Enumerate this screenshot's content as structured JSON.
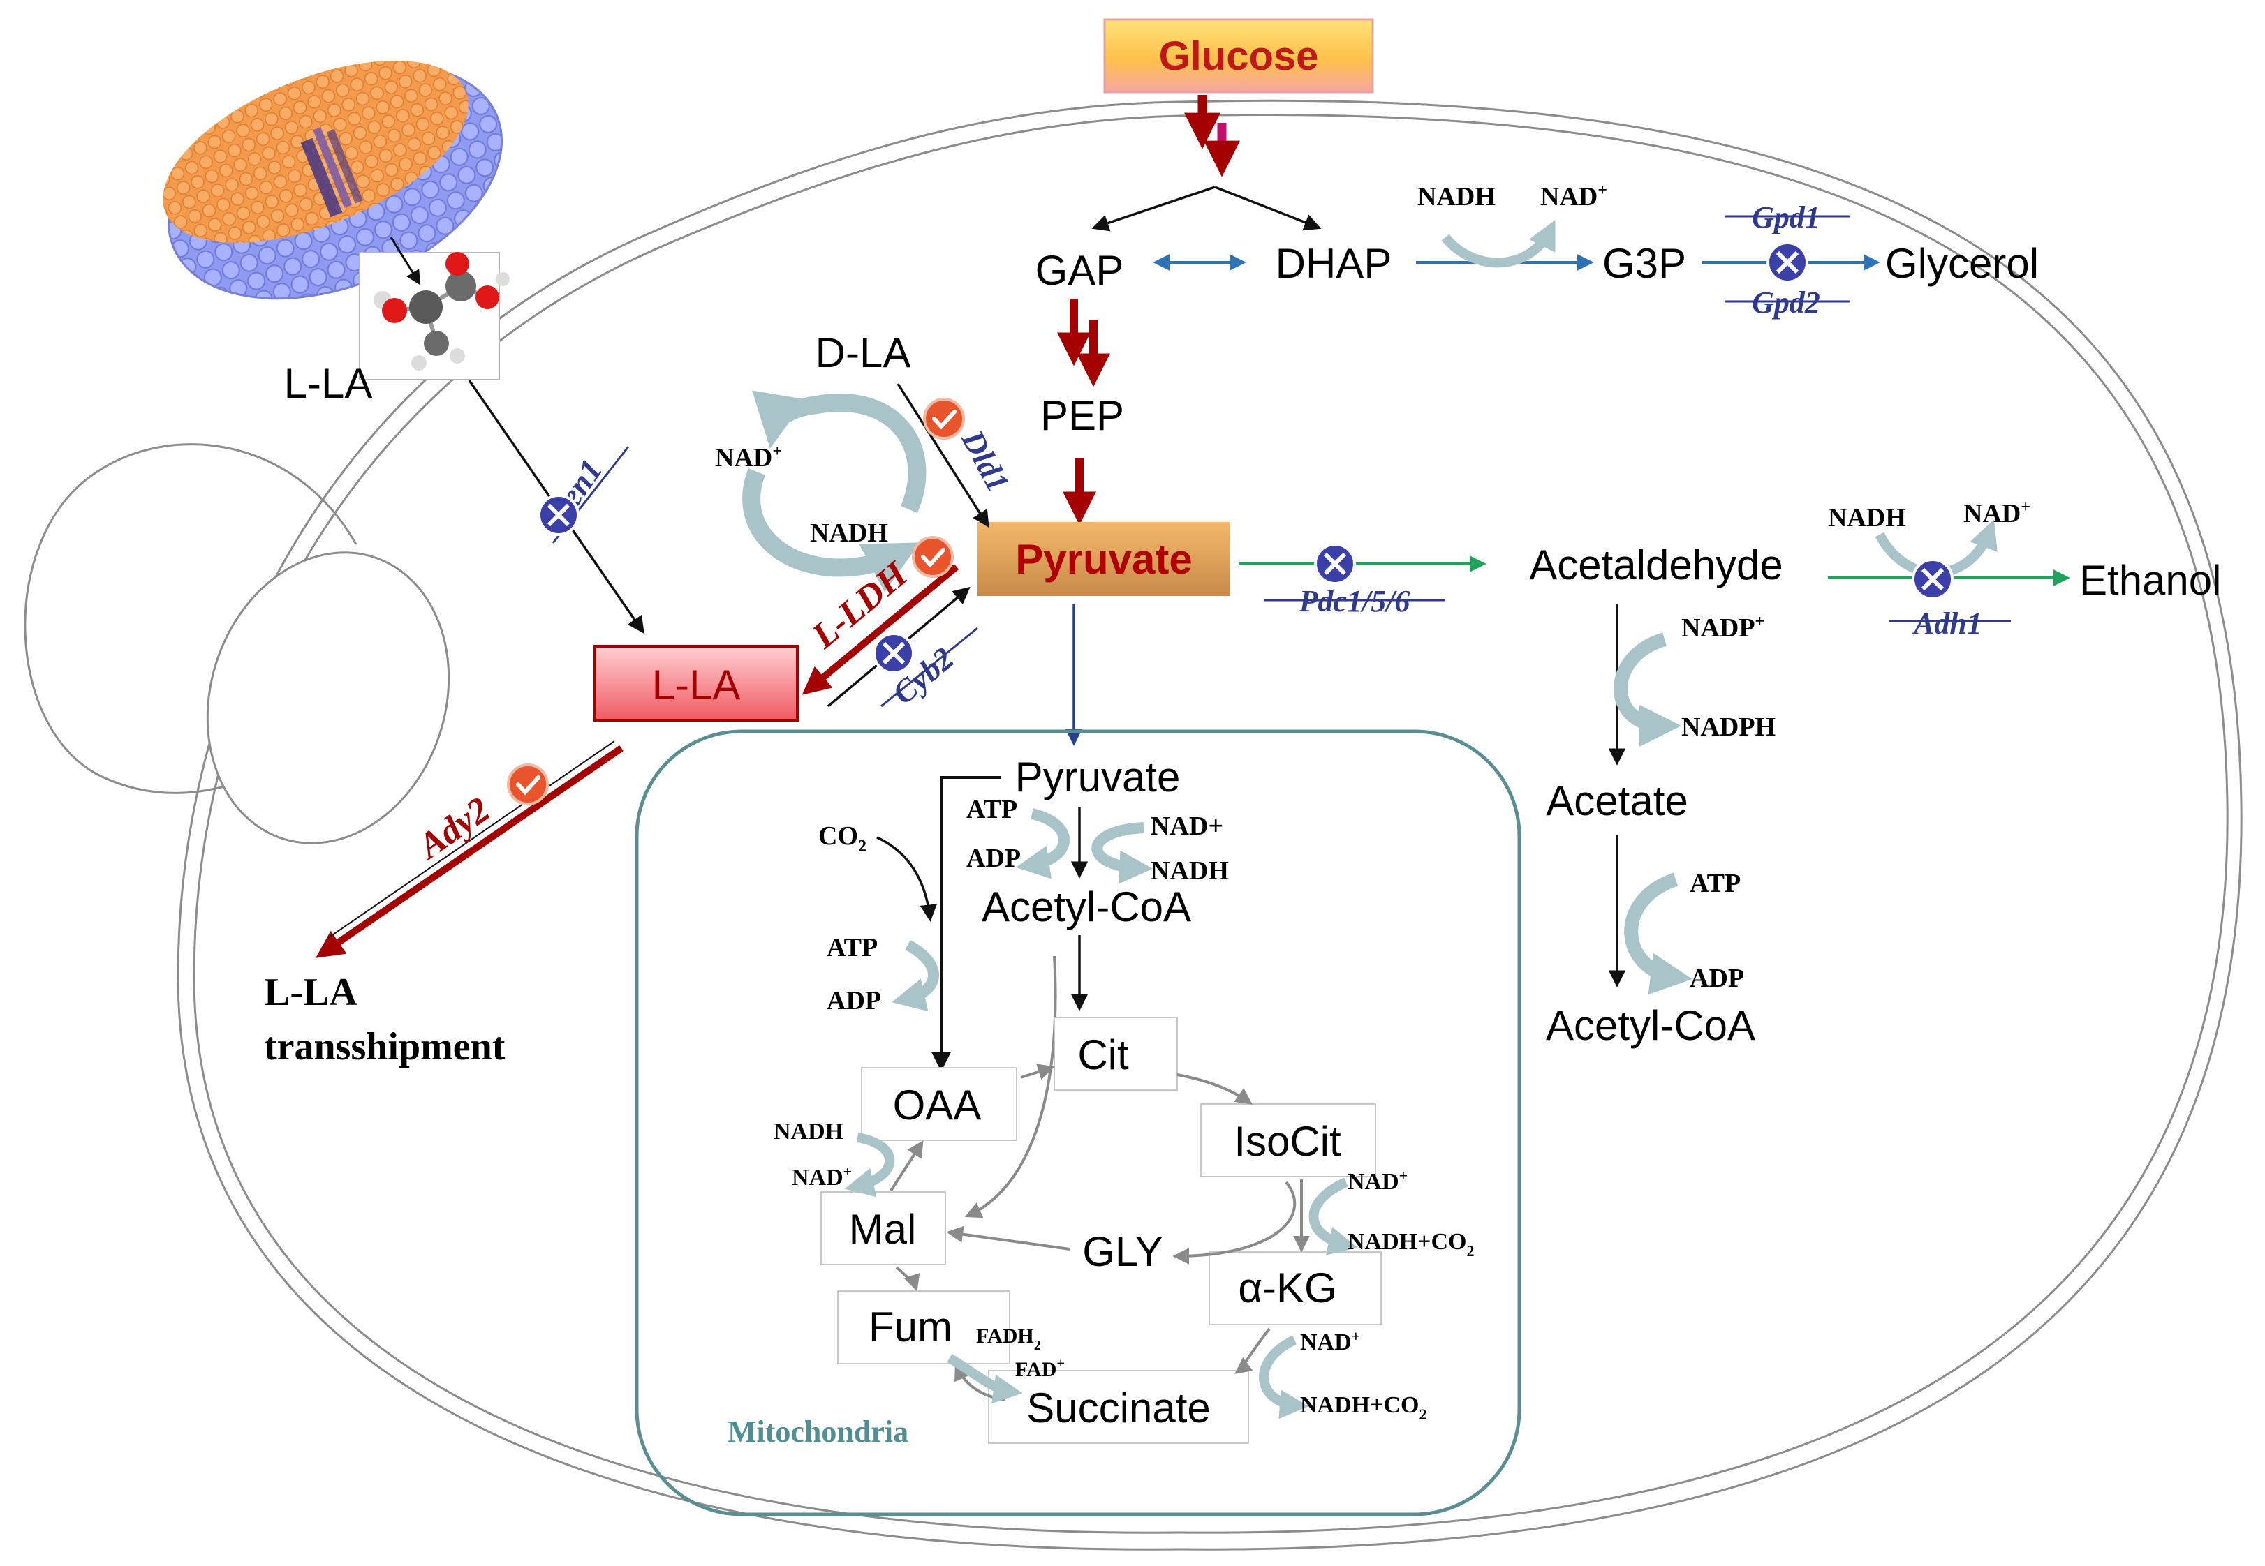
{
  "colors": {
    "red_arrow": "#a40000",
    "magenta_arrow": "#c0106a",
    "blue_arrow": "#2f73b7",
    "green_arrow": "#1ea35a",
    "navy": "#303a8c",
    "teal": "#5a8e93",
    "cofactor_arrow": "#a9c4c9",
    "gray_arrow": "#8a8a8a",
    "check": "#e8552c",
    "pyruvate_text": "#b00000"
  },
  "nodes": {
    "glucose": "Glucose",
    "gap": "GAP",
    "dhap": "DHAP",
    "g3p": "G3P",
    "glycerol": "Glycerol",
    "d_la": "D-LA",
    "pep": "PEP",
    "pyruvate": "Pyruvate",
    "acetaldehyde": "Acetaldehyde",
    "ethanol": "Ethanol",
    "acetate": "Acetate",
    "acetyl_coa_cyto": "Acetyl-CoA",
    "l_la_ext": "L-LA",
    "l_la_box": "L-LA",
    "transship_line1": "L-LA",
    "transship_line2": "transshipment",
    "mito_pyruvate": "Pyruvate",
    "mito_acetyl_coa": "Acetyl-CoA",
    "cit": "Cit",
    "isocit": "IsoCit",
    "akg": "α-KG",
    "succinate": "Succinate",
    "fum": "Fum",
    "mal": "Mal",
    "oaa": "OAA",
    "gly": "GLY",
    "mitochondria": "Mitochondria"
  },
  "enzymes": {
    "gpd1": "Gpd1",
    "gpd2": "Gpd2",
    "jen1": "Jen1",
    "dld1": "Dld1",
    "l_ldh": "L-LDH",
    "cyb2": "Cyb2",
    "pdc": "Pdc1/5/6",
    "adh1": "Adh1",
    "ady2": "Ady2"
  },
  "cofactors": {
    "g3p_nadh": "NADH",
    "g3p_nad": "NAD",
    "g3p_nad_sup": "+",
    "dla_nad": "NAD",
    "dla_nad_sup": "+",
    "dla_nadh": "NADH",
    "eth_nadh": "NADH",
    "eth_nad": "NAD",
    "eth_nad_sup": "+",
    "ace_nadp": "NADP",
    "ace_nadp_sup": "+",
    "ace_nadph": "NADPH",
    "acoa_atp": "ATP",
    "acoa_adp": "ADP",
    "m_atp1": "ATP",
    "m_adp1": "ADP",
    "m_nadplus": "NAD+",
    "m_nadh1": "NADH",
    "m_co2": "CO",
    "m_co2_sub": "2",
    "m_atp2": "ATP",
    "m_adp2": "ADP",
    "m_nadh2": "NADH",
    "m_nad2": "NAD",
    "m_nad2_sup": "+",
    "m_nad3": "NAD",
    "m_nad3_sup": "+",
    "m_nadhco2_1": "NADH+CO",
    "m_nadhco2_1_sub": "2",
    "m_nad4": "NAD",
    "m_nad4_sup": "+",
    "m_nadhco2_2": "NADH+CO",
    "m_nadhco2_2_sub": "2",
    "m_fadh2": "FADH",
    "m_fadh2_sub": "2",
    "m_fad": "FAD",
    "m_fad_sup": "+"
  }
}
